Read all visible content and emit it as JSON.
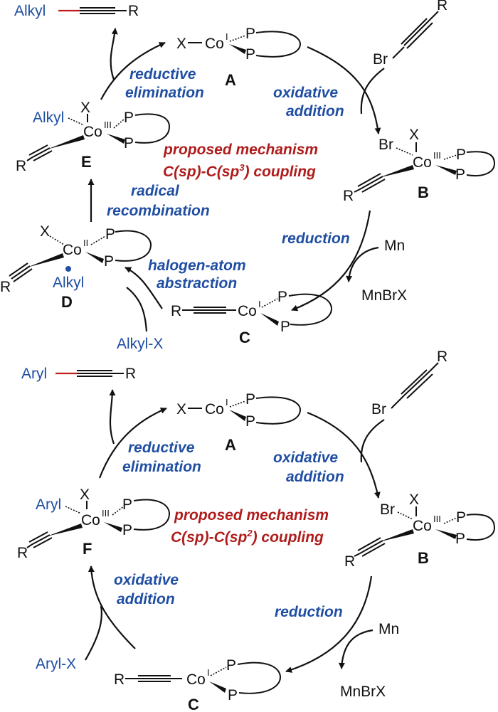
{
  "labels": {
    "A": "A",
    "B": "B",
    "C": "C",
    "D": "D",
    "E": "E",
    "F": "F"
  },
  "atoms": {
    "X": "X",
    "Co": "Co",
    "P": "P",
    "R": "R",
    "Br": "Br",
    "ox_I": "I",
    "ox_II": "II",
    "ox_III": "III",
    "Mn": "Mn",
    "MnBrX": "MnBrX",
    "Alkyl": "Alkyl",
    "Aryl": "Aryl",
    "AlkylX": "Alkyl-X",
    "ArylX": "Aryl-X"
  },
  "top_cycle": {
    "title_line1": "proposed mechanism",
    "title_line2_pre": "C(sp)-C(sp",
    "title_line2_sup": "3",
    "title_line2_post": ") coupling",
    "steps": {
      "reductive_elimination_1": "reductive",
      "reductive_elimination_2": "elimination",
      "oxidative_addition_1": "oxidative",
      "oxidative_addition_2": "addition",
      "reduction": "reduction",
      "halogen_abstraction_1": "halogen-atom",
      "halogen_abstraction_2": "abstraction",
      "radical_recombination_1": "radical",
      "radical_recombination_2": "recombination"
    }
  },
  "bottom_cycle": {
    "title_line1": "proposed mechanism",
    "title_line2_pre": "C(sp)-C(sp",
    "title_line2_sup": "2",
    "title_line2_post": ") coupling",
    "steps": {
      "reductive_elimination_1": "reductive",
      "reductive_elimination_2": "elimination",
      "oxidative_addition_1": "oxidative",
      "oxidative_addition_2": "addition",
      "reduction": "reduction",
      "oxidative_addition_F_1": "oxidative",
      "oxidative_addition_F_2": "addition"
    }
  },
  "colors": {
    "text": "#111111",
    "step": "#1f4ea3",
    "title": "#b01c1c",
    "bond_highlight": "#c01c1c"
  }
}
